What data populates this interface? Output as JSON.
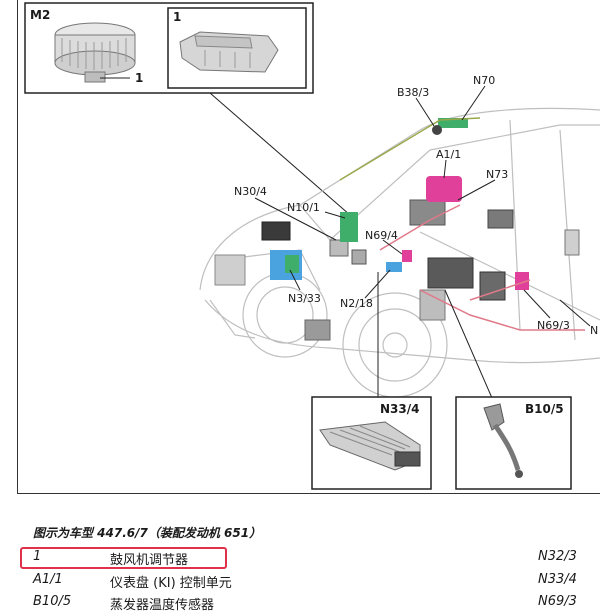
{
  "insets": {
    "m2_title": "M2",
    "m2_callout": "1",
    "one_title": "1",
    "n33_4_title": "N33/4",
    "b10_5_title": "B10/5"
  },
  "labels": {
    "b38_3": "B38/3",
    "n70": "N70",
    "a1_1": "A1/1",
    "n73": "N73",
    "n30_4": "N30/4",
    "n10_1": "N10/1",
    "n69_4": "N69/4",
    "n3_33": "N3/33",
    "n2_18": "N2/18",
    "n69_3": "N69/3",
    "n_edge": "N"
  },
  "caption": "图示为车型 447.6/7（装配发动机 651）",
  "legend": [
    {
      "code": "1",
      "desc": "鼓风机调节器",
      "right": "N32/3"
    },
    {
      "code": "A1/1",
      "desc": "仪表盘 (KI) 控制单元",
      "right": "N33/4"
    },
    {
      "code": "B10/5",
      "desc": "蒸发器温度传感器",
      "right": "N69/3"
    }
  ],
  "colors": {
    "highlight_box": "#e0314b",
    "magenta_component": "#e0409a",
    "blue_component": "#4aa3df",
    "green_component": "#3fae6a",
    "harness_red": "#e07a8a",
    "harness_green": "#9aa84a"
  }
}
